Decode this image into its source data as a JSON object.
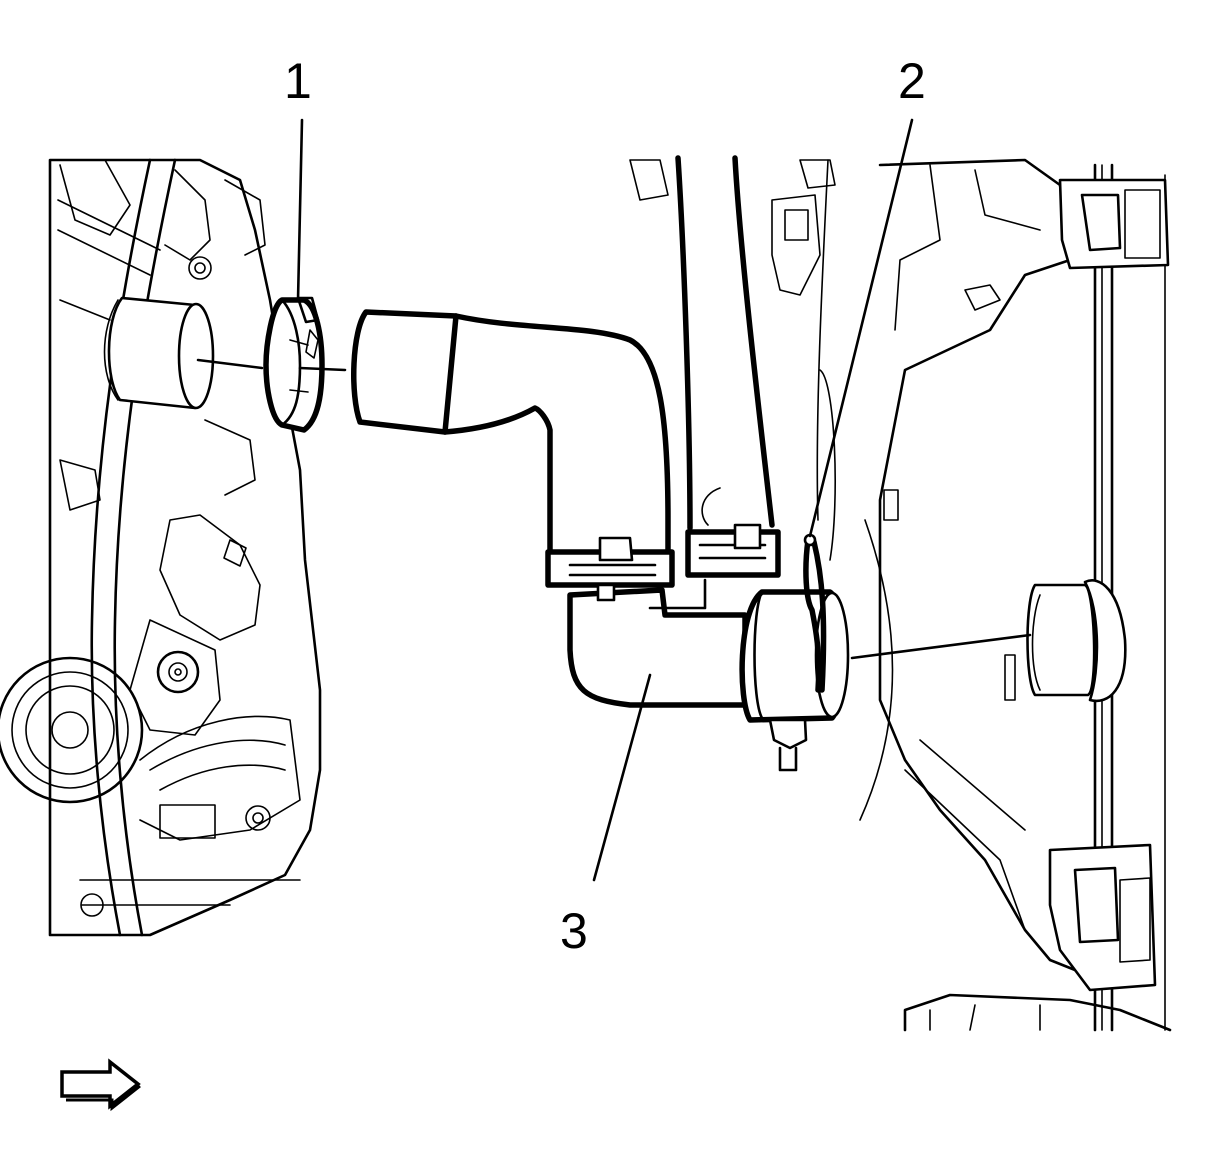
{
  "diagram": {
    "callouts": [
      {
        "id": "1",
        "label": "1"
      },
      {
        "id": "2",
        "label": "2"
      },
      {
        "id": "3",
        "label": "3"
      }
    ],
    "icons": {
      "direction_arrow": "arrow-right-icon"
    },
    "colors": {
      "ink": "#000000",
      "background": "#ffffff"
    }
  }
}
